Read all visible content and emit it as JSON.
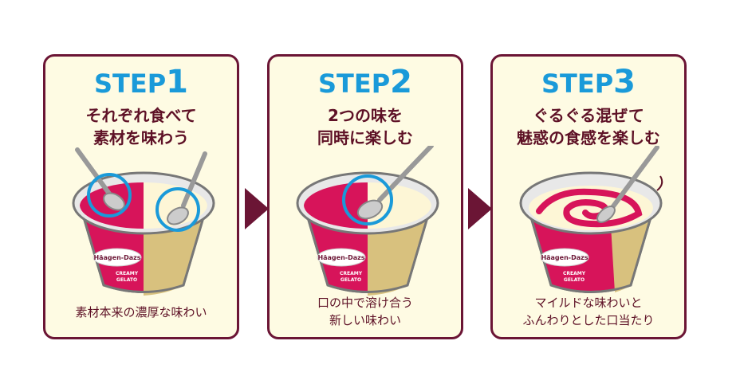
{
  "steps": [
    {
      "label": "STEP",
      "number": "1",
      "heading_line1": "それぞれ食べて",
      "heading_line2": "素材を味わう",
      "footer_line1": "素材本来の濃厚な味わい",
      "footer_line2": ""
    },
    {
      "label": "STEP",
      "number": "2",
      "heading_line1": "2つの味を",
      "heading_line2": "同時に楽しむ",
      "footer_line1": "口の中で溶け合う",
      "footer_line2": "新しい味わい"
    },
    {
      "label": "STEP",
      "number": "3",
      "heading_line1": "ぐるぐる混ぜて",
      "heading_line2": "魅惑の食感を楽しむ",
      "footer_line1": "マイルドな味わいと",
      "footer_line2": "ふんわりとした口当たり"
    }
  ],
  "cup": {
    "brand": "Häagen-Dazs",
    "product_line1": "CREAMY",
    "product_line2": "GELATO"
  },
  "colors": {
    "card_border": "#6b1535",
    "card_bg": "#fefbe3",
    "step_blue": "#1a9ad9",
    "heading_text": "#5e1126",
    "berry": "#d7145a",
    "cream": "#fdf6d6",
    "gold": "#d8c17e"
  }
}
